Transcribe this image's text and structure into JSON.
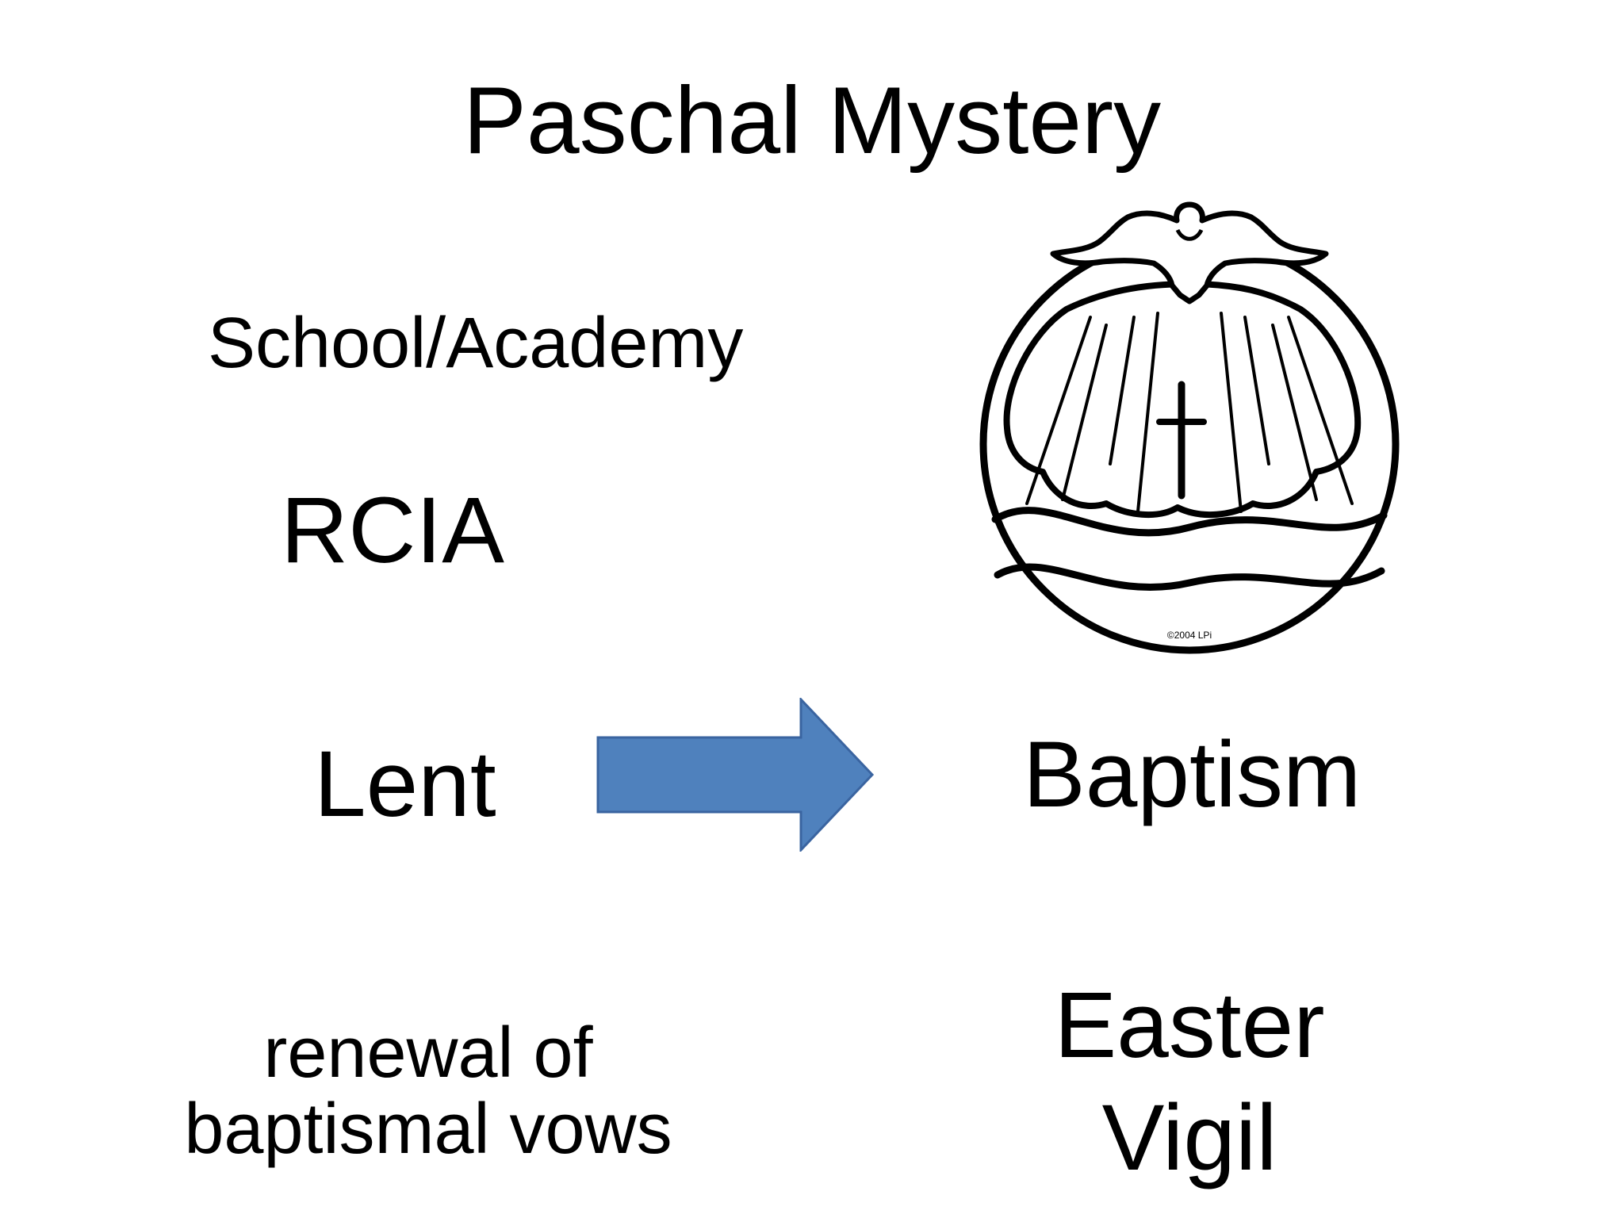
{
  "slide": {
    "title": "Paschal Mystery",
    "left_column": {
      "school": "School/Academy",
      "rcia": "RCIA",
      "lent": "Lent",
      "renewal_line1": "renewal of",
      "renewal_line2": "baptismal vows"
    },
    "right_column": {
      "baptism": "Baptism",
      "easter_line1": "Easter",
      "easter_line2": "Vigil"
    },
    "arrow": {
      "color": "#4f81bd",
      "border_color": "#3a64a0",
      "direction": "right"
    },
    "emblem": {
      "icon": "baptism-shell-dove-cross-icon",
      "copyright": "©2004 LPi"
    }
  }
}
